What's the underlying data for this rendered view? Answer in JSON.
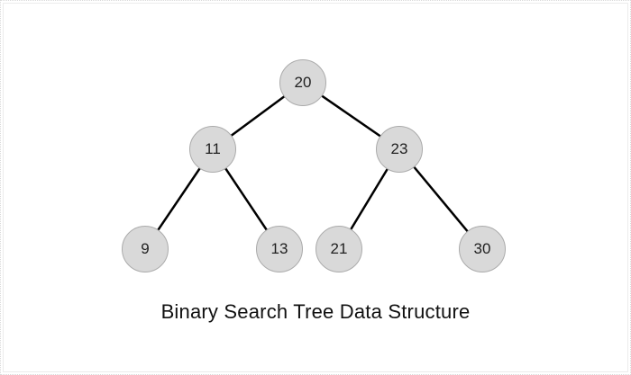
{
  "caption": "Binary Search Tree Data Structure",
  "tree": {
    "nodes": [
      {
        "id": "root",
        "value": "20"
      },
      {
        "id": "left",
        "value": "11"
      },
      {
        "id": "right",
        "value": "23"
      },
      {
        "id": "left-left",
        "value": "9"
      },
      {
        "id": "left-right",
        "value": "13"
      },
      {
        "id": "right-left",
        "value": "21"
      },
      {
        "id": "right-right",
        "value": "30"
      }
    ],
    "edges": [
      {
        "from": "20",
        "to": "11"
      },
      {
        "from": "20",
        "to": "23"
      },
      {
        "from": "11",
        "to": "9"
      },
      {
        "from": "11",
        "to": "13"
      },
      {
        "from": "23",
        "to": "21"
      },
      {
        "from": "23",
        "to": "30"
      }
    ]
  },
  "colors": {
    "node_fill": "#d9d9d9",
    "node_border": "#ababab",
    "node_text": "#1f1f1f",
    "edge": "#000000",
    "frame": "#d9d9d9",
    "caption_text": "#111111"
  }
}
